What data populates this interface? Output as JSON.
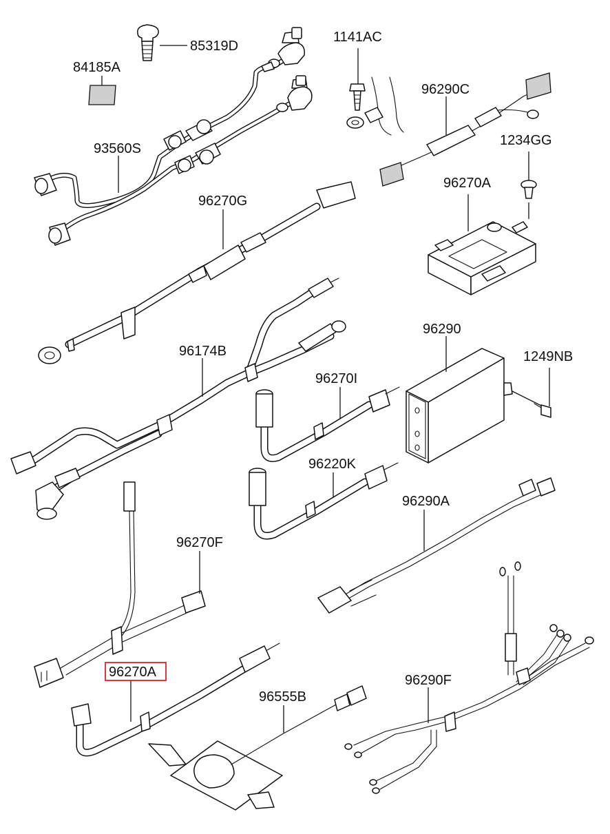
{
  "parts": [
    {
      "id": "p-85319D",
      "label": "85319D",
      "highlighted": false
    },
    {
      "id": "p-84185A",
      "label": "84185A",
      "highlighted": false
    },
    {
      "id": "p-1141AC",
      "label": "1141AC",
      "highlighted": false
    },
    {
      "id": "p-96290C",
      "label": "96290C",
      "highlighted": false
    },
    {
      "id": "p-1234GG",
      "label": "1234GG",
      "highlighted": false
    },
    {
      "id": "p-93560S",
      "label": "93560S",
      "highlighted": false
    },
    {
      "id": "p-96270A-top",
      "label": "96270A",
      "highlighted": false
    },
    {
      "id": "p-96270G",
      "label": "96270G",
      "highlighted": false
    },
    {
      "id": "p-96290",
      "label": "96290",
      "highlighted": false
    },
    {
      "id": "p-96174B",
      "label": "96174B",
      "highlighted": false
    },
    {
      "id": "p-1249NB",
      "label": "1249NB",
      "highlighted": false
    },
    {
      "id": "p-96270I",
      "label": "96270I",
      "highlighted": false
    },
    {
      "id": "p-96220K",
      "label": "96220K",
      "highlighted": false
    },
    {
      "id": "p-96290A",
      "label": "96290A",
      "highlighted": false
    },
    {
      "id": "p-96270F",
      "label": "96270F",
      "highlighted": false
    },
    {
      "id": "p-96270A",
      "label": "96270A",
      "highlighted": true
    },
    {
      "id": "p-96555B",
      "label": "96555B",
      "highlighted": false
    },
    {
      "id": "p-96290F",
      "label": "96290F",
      "highlighted": false
    }
  ],
  "highlight_color": "#e0202a",
  "line_color": "#111111"
}
